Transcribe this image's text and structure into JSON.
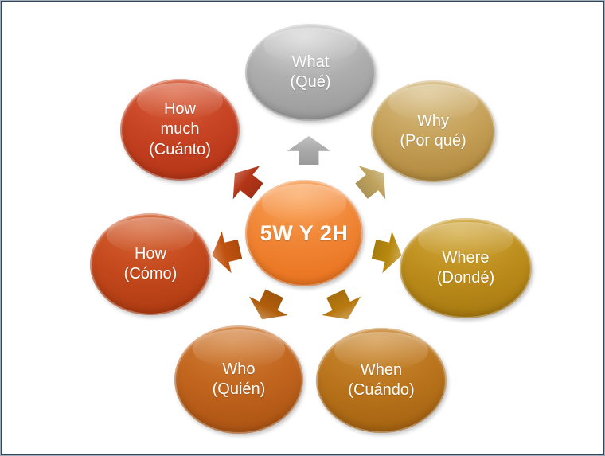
{
  "diagram": {
    "type": "diverging-radial",
    "title": "5W Y 2H",
    "background": "#FFFFFF",
    "frame_border_color": "#32435A"
  },
  "nodes": {
    "center": {
      "en": "5W Y 2H",
      "es": "",
      "colors": {
        "light": "#FBA55C",
        "base": "#F08636",
        "dark": "#E9731F"
      }
    },
    "what": {
      "en": "What",
      "es": "(Qué)",
      "colors": {
        "light": "#D8D8D8",
        "base": "#AEAEAE",
        "dark": "#9B9B9B"
      }
    },
    "why": {
      "en": "Why",
      "es": "(Por qué)",
      "colors": {
        "light": "#D8C088",
        "base": "#C6A159",
        "dark": "#B1893D"
      }
    },
    "where": {
      "en": "Where",
      "es": "(Dondé)",
      "colors": {
        "light": "#D2A93F",
        "base": "#BD8E1C",
        "dark": "#A87910"
      }
    },
    "when": {
      "en": "When",
      "es": "(Cuándo)",
      "colors": {
        "light": "#CE8F3B",
        "base": "#BA741C",
        "dark": "#A66311"
      }
    },
    "who": {
      "en": "Who",
      "es": "(Quién)",
      "colors": {
        "light": "#D27F38",
        "base": "#C1651E",
        "dark": "#AD5413"
      }
    },
    "how": {
      "en": "How",
      "es": "(Cómo)",
      "colors": {
        "light": "#D56434",
        "base": "#C54A1E",
        "dark": "#B03B11"
      }
    },
    "howmuch": {
      "en": "How\nmuch",
      "es": "(Cuánto)",
      "colors": {
        "light": "#DA5E3A",
        "base": "#C64323",
        "dark": "#B53517"
      }
    }
  },
  "arrows": {
    "up": {
      "target": "what",
      "color": "#ABABAB"
    },
    "upright": {
      "target": "why",
      "color": "#BFA35E"
    },
    "right": {
      "target": "where",
      "color": "#B8890F"
    },
    "downright": {
      "target": "when",
      "color": "#B8790F"
    },
    "downleft": {
      "target": "who",
      "color": "#B05E0B"
    },
    "left": {
      "target": "how",
      "color": "#C1520E"
    },
    "upleft": {
      "target": "howmuch",
      "color": "#B43517"
    }
  }
}
